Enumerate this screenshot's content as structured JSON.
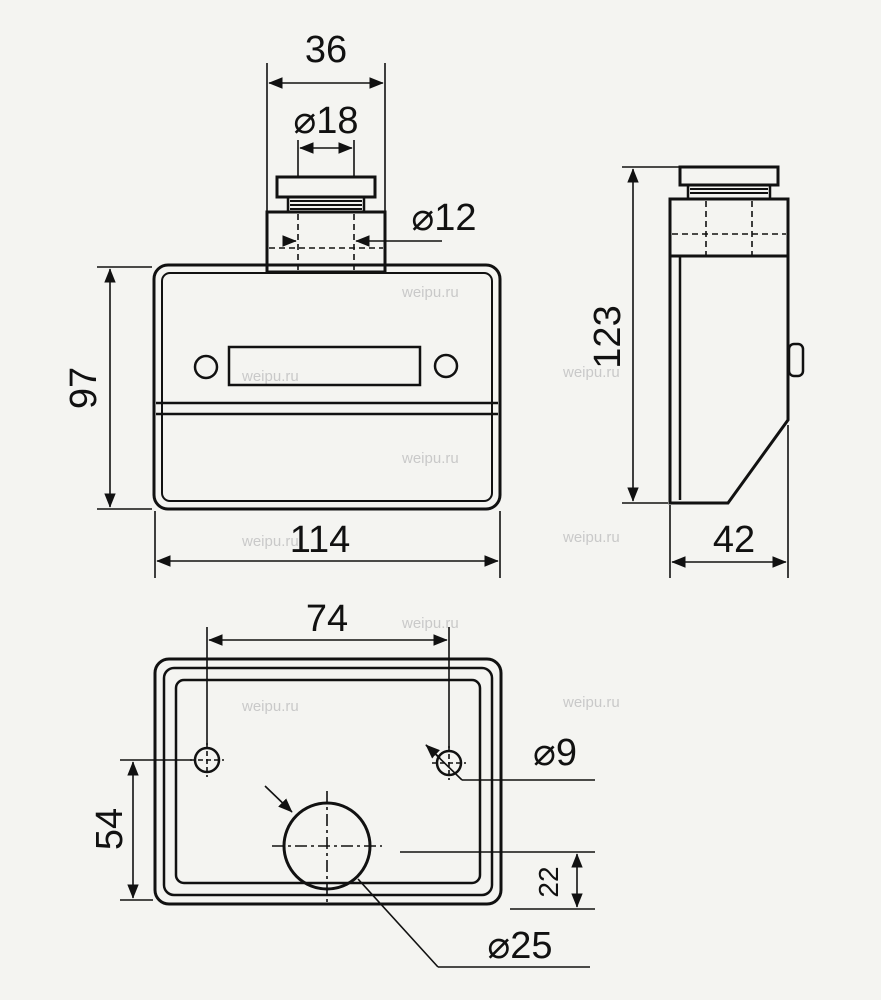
{
  "dimensions": {
    "top_width": "36",
    "top_diameter": "⌀18",
    "inner_diameter": "⌀12",
    "height": "97",
    "width": "114",
    "side_height": "123",
    "side_depth": "42",
    "hole_spacing": "74",
    "hole_diameter": "⌀9",
    "hole_offset": "54",
    "center_offset": "22",
    "large_hole_diameter": "⌀25"
  },
  "watermark": "weipu.ru",
  "colors": {
    "line": "#111111",
    "background": "#f4f4f1",
    "watermark": "#c9c9c9"
  }
}
